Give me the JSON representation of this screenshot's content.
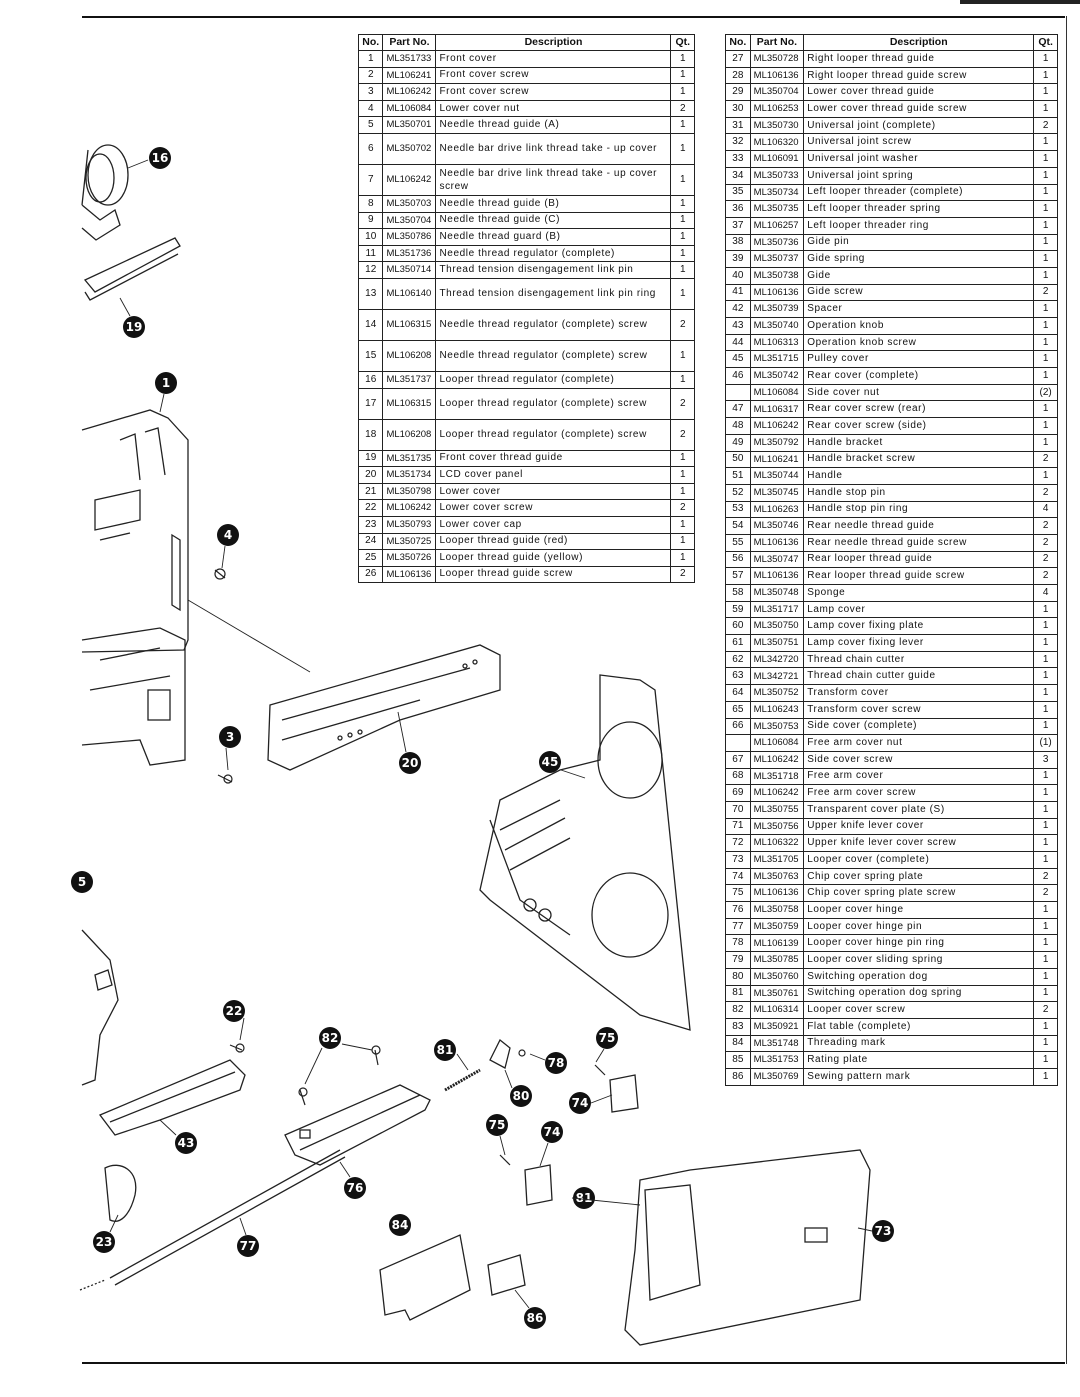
{
  "headers": {
    "no": "No.",
    "part_no": "Part No.",
    "description": "Description",
    "qty": "Qt."
  },
  "left_parts": [
    {
      "no": "1",
      "part_no": "ML351733",
      "description": "Front cover",
      "qty": "1"
    },
    {
      "no": "2",
      "part_no": "ML106241",
      "description": "Front cover screw",
      "qty": "1"
    },
    {
      "no": "3",
      "part_no": "ML106242",
      "description": "Front cover screw",
      "qty": "1"
    },
    {
      "no": "4",
      "part_no": "ML106084",
      "description": "Lower cover nut",
      "qty": "2"
    },
    {
      "no": "5",
      "part_no": "ML350701",
      "description": "Needle thread guide (A)",
      "qty": "1"
    },
    {
      "no": "6",
      "part_no": "ML350702",
      "description": "Needle bar drive link thread take - up cover",
      "qty": "1"
    },
    {
      "no": "7",
      "part_no": "ML106242",
      "description": "Needle bar drive link thread take - up cover screw",
      "qty": "1"
    },
    {
      "no": "8",
      "part_no": "ML350703",
      "description": "Needle thread guide (B)",
      "qty": "1"
    },
    {
      "no": "9",
      "part_no": "ML350704",
      "description": "Needle thread guide (C)",
      "qty": "1"
    },
    {
      "no": "10",
      "part_no": "ML350786",
      "description": "Needle thread guard (B)",
      "qty": "1"
    },
    {
      "no": "11",
      "part_no": "ML351736",
      "description": "Needle thread regulator (complete)",
      "qty": "1"
    },
    {
      "no": "12",
      "part_no": "ML350714",
      "description": "Thread tension disengagement link pin",
      "qty": "1"
    },
    {
      "no": "13",
      "part_no": "ML106140",
      "description": "Thread tension disengagement link pin ring",
      "qty": "1"
    },
    {
      "no": "14",
      "part_no": "ML106315",
      "description": "Needle thread regulator (complete) screw",
      "qty": "2"
    },
    {
      "no": "15",
      "part_no": "ML106208",
      "description": "Needle thread regulator (complete) screw",
      "qty": "1"
    },
    {
      "no": "16",
      "part_no": "ML351737",
      "description": "Looper thread regulator (complete)",
      "qty": "1"
    },
    {
      "no": "17",
      "part_no": "ML106315",
      "description": "Looper thread regulator (complete) screw",
      "qty": "2"
    },
    {
      "no": "18",
      "part_no": "ML106208",
      "description": "Looper thread regulator (complete) screw",
      "qty": "2"
    },
    {
      "no": "19",
      "part_no": "ML351735",
      "description": "Front cover thread guide",
      "qty": "1"
    },
    {
      "no": "20",
      "part_no": "ML351734",
      "description": "LCD cover panel",
      "qty": "1"
    },
    {
      "no": "21",
      "part_no": "ML350798",
      "description": "Lower cover",
      "qty": "1"
    },
    {
      "no": "22",
      "part_no": "ML106242",
      "description": "Lower cover screw",
      "qty": "2"
    },
    {
      "no": "23",
      "part_no": "ML350793",
      "description": "Lower cover cap",
      "qty": "1"
    },
    {
      "no": "24",
      "part_no": "ML350725",
      "description": "Looper thread guide (red)",
      "qty": "1"
    },
    {
      "no": "25",
      "part_no": "ML350726",
      "description": "Looper thread guide (yellow)",
      "qty": "1"
    },
    {
      "no": "26",
      "part_no": "ML106136",
      "description": "Looper thread guide screw",
      "qty": "2"
    }
  ],
  "right_parts": [
    {
      "no": "27",
      "part_no": "ML350728",
      "description": "Right looper thread guide",
      "qty": "1"
    },
    {
      "no": "28",
      "part_no": "ML106136",
      "description": "Right looper thread guide screw",
      "qty": "1"
    },
    {
      "no": "29",
      "part_no": "ML350704",
      "description": "Lower cover thread guide",
      "qty": "1"
    },
    {
      "no": "30",
      "part_no": "ML106253",
      "description": "Lower cover thread guide screw",
      "qty": "1"
    },
    {
      "no": "31",
      "part_no": "ML350730",
      "description": "Universal joint (complete)",
      "qty": "2"
    },
    {
      "no": "32",
      "part_no": "ML106320",
      "description": "Universal joint screw",
      "qty": "1"
    },
    {
      "no": "33",
      "part_no": "ML106091",
      "description": "Universal joint washer",
      "qty": "1"
    },
    {
      "no": "34",
      "part_no": "ML350733",
      "description": "Universal joint spring",
      "qty": "1"
    },
    {
      "no": "35",
      "part_no": "ML350734",
      "description": "Left looper threader (complete)",
      "qty": "1"
    },
    {
      "no": "36",
      "part_no": "ML350735",
      "description": "Left looper threader spring",
      "qty": "1"
    },
    {
      "no": "37",
      "part_no": "ML106257",
      "description": "Left looper threader ring",
      "qty": "1"
    },
    {
      "no": "38",
      "part_no": "ML350736",
      "description": "Gide pin",
      "qty": "1"
    },
    {
      "no": "39",
      "part_no": "ML350737",
      "description": "Gide spring",
      "qty": "1"
    },
    {
      "no": "40",
      "part_no": "ML350738",
      "description": "Gide",
      "qty": "1"
    },
    {
      "no": "41",
      "part_no": "ML106136",
      "description": "Gide screw",
      "qty": "2"
    },
    {
      "no": "42",
      "part_no": "ML350739",
      "description": "Spacer",
      "qty": "1"
    },
    {
      "no": "43",
      "part_no": "ML350740",
      "description": "Operation knob",
      "qty": "1"
    },
    {
      "no": "44",
      "part_no": "ML106313",
      "description": "Operation knob screw",
      "qty": "1"
    },
    {
      "no": "45",
      "part_no": "ML351715",
      "description": "Pulley cover",
      "qty": "1"
    },
    {
      "no": "46",
      "part_no": "ML350742",
      "description": "Rear cover (complete)",
      "qty": "1"
    },
    {
      "no": "",
      "part_no": "ML106084",
      "description": "Side cover nut",
      "qty": "(2)"
    },
    {
      "no": "47",
      "part_no": "ML106317",
      "description": "Rear cover screw (rear)",
      "qty": "1"
    },
    {
      "no": "48",
      "part_no": "ML106242",
      "description": "Rear cover screw (side)",
      "qty": "1"
    },
    {
      "no": "49",
      "part_no": "ML350792",
      "description": "Handle bracket",
      "qty": "1"
    },
    {
      "no": "50",
      "part_no": "ML106241",
      "description": "Handle bracket screw",
      "qty": "2"
    },
    {
      "no": "51",
      "part_no": "ML350744",
      "description": "Handle",
      "qty": "1"
    },
    {
      "no": "52",
      "part_no": "ML350745",
      "description": "Handle stop pin",
      "qty": "2"
    },
    {
      "no": "53",
      "part_no": "ML106263",
      "description": "Handle stop pin ring",
      "qty": "4"
    },
    {
      "no": "54",
      "part_no": "ML350746",
      "description": "Rear needle thread guide",
      "qty": "2"
    },
    {
      "no": "55",
      "part_no": "ML106136",
      "description": "Rear needle thread guide screw",
      "qty": "2"
    },
    {
      "no": "56",
      "part_no": "ML350747",
      "description": "Rear looper thread guide",
      "qty": "2"
    },
    {
      "no": "57",
      "part_no": "ML106136",
      "description": "Rear looper thread guide screw",
      "qty": "2"
    },
    {
      "no": "58",
      "part_no": "ML350748",
      "description": "Sponge",
      "qty": "4"
    },
    {
      "no": "59",
      "part_no": "ML351717",
      "description": "Lamp cover",
      "qty": "1"
    },
    {
      "no": "60",
      "part_no": "ML350750",
      "description": "Lamp cover fixing plate",
      "qty": "1"
    },
    {
      "no": "61",
      "part_no": "ML350751",
      "description": "Lamp cover fixing lever",
      "qty": "1"
    },
    {
      "no": "62",
      "part_no": "ML342720",
      "description": "Thread chain cutter",
      "qty": "1"
    },
    {
      "no": "63",
      "part_no": "ML342721",
      "description": "Thread chain cutter guide",
      "qty": "1"
    },
    {
      "no": "64",
      "part_no": "ML350752",
      "description": "Transform cover",
      "qty": "1"
    },
    {
      "no": "65",
      "part_no": "ML106243",
      "description": "Transform cover screw",
      "qty": "1"
    },
    {
      "no": "66",
      "part_no": "ML350753",
      "description": "Side cover (complete)",
      "qty": "1"
    },
    {
      "no": "",
      "part_no": "ML106084",
      "description": "Free arm cover nut",
      "qty": "(1)"
    },
    {
      "no": "67",
      "part_no": "ML106242",
      "description": "Side cover screw",
      "qty": "3"
    },
    {
      "no": "68",
      "part_no": "ML351718",
      "description": "Free arm cover",
      "qty": "1"
    },
    {
      "no": "69",
      "part_no": "ML106242",
      "description": "Free arm cover screw",
      "qty": "1"
    },
    {
      "no": "70",
      "part_no": "ML350755",
      "description": "Transparent cover plate (S)",
      "qty": "1"
    },
    {
      "no": "71",
      "part_no": "ML350756",
      "description": "Upper knife lever cover",
      "qty": "1"
    },
    {
      "no": "72",
      "part_no": "ML106322",
      "description": "Upper knife lever cover screw",
      "qty": "1"
    },
    {
      "no": "73",
      "part_no": "ML351705",
      "description": "Looper cover (complete)",
      "qty": "1"
    },
    {
      "no": "74",
      "part_no": "ML350763",
      "description": "Chip cover spring plate",
      "qty": "2"
    },
    {
      "no": "75",
      "part_no": "ML106136",
      "description": "Chip cover spring plate screw",
      "qty": "2"
    },
    {
      "no": "76",
      "part_no": "ML350758",
      "description": "Looper cover hinge",
      "qty": "1"
    },
    {
      "no": "77",
      "part_no": "ML350759",
      "description": "Looper cover hinge pin",
      "qty": "1"
    },
    {
      "no": "78",
      "part_no": "ML106139",
      "description": "Looper cover hinge pin ring",
      "qty": "1"
    },
    {
      "no": "79",
      "part_no": "ML350785",
      "description": "Looper cover sliding spring",
      "qty": "1"
    },
    {
      "no": "80",
      "part_no": "ML350760",
      "description": "Switching operation dog",
      "qty": "1"
    },
    {
      "no": "81",
      "part_no": "ML350761",
      "description": "Switching operation dog spring",
      "qty": "1"
    },
    {
      "no": "82",
      "part_no": "ML106314",
      "description": "Looper cover screw",
      "qty": "2"
    },
    {
      "no": "83",
      "part_no": "ML350921",
      "description": "Flat table (complete)",
      "qty": "1"
    },
    {
      "no": "84",
      "part_no": "ML351748",
      "description": "Threading mark",
      "qty": "1"
    },
    {
      "no": "85",
      "part_no": "ML351753",
      "description": "Rating plate",
      "qty": "1"
    },
    {
      "no": "86",
      "part_no": "ML350769",
      "description": "Sewing pattern mark",
      "qty": "1"
    }
  ],
  "callouts": [
    "16",
    "19",
    "1",
    "4",
    "3",
    "20",
    "45",
    "5",
    "22",
    "82",
    "81",
    "75",
    "78",
    "80",
    "74",
    "43",
    "76",
    "77",
    "23",
    "84",
    "86",
    "73"
  ],
  "colors": {
    "ink": "#111111",
    "paper": "#ffffff"
  }
}
